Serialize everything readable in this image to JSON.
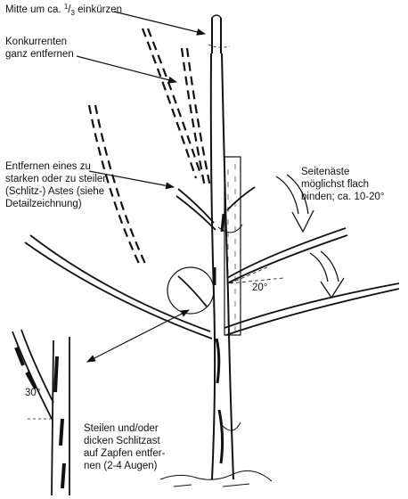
{
  "labels": {
    "top_prefix": "Mitte um ca. ",
    "top_frac_num": "1",
    "top_frac_den": "3",
    "top_suffix": " einkürzen",
    "concurrent": [
      "Konkurrenten",
      "ganz entfernen"
    ],
    "remove_branch": [
      "Entfernen eines zu",
      "starken oder zu steilen",
      "(Schlitz-) Astes (siehe",
      "Detailzeichnung)"
    ],
    "side_branches": [
      "Seitenäste",
      "möglichst flach",
      "binden; ca. 10-20°"
    ],
    "angle_main": "20°",
    "angle_detail": "30°",
    "detail_text": [
      "Steilen und/oder",
      "dicken Schlitzast",
      "auf Zapfen entfer-",
      "nen (2-4 Augen)"
    ]
  },
  "icons": [
    "pointer-arrow-icon",
    "bend-down-arrow-icon",
    "double-headed-arrow-icon"
  ],
  "colors": {
    "ink": "#111111",
    "background": "#ffffff"
  }
}
